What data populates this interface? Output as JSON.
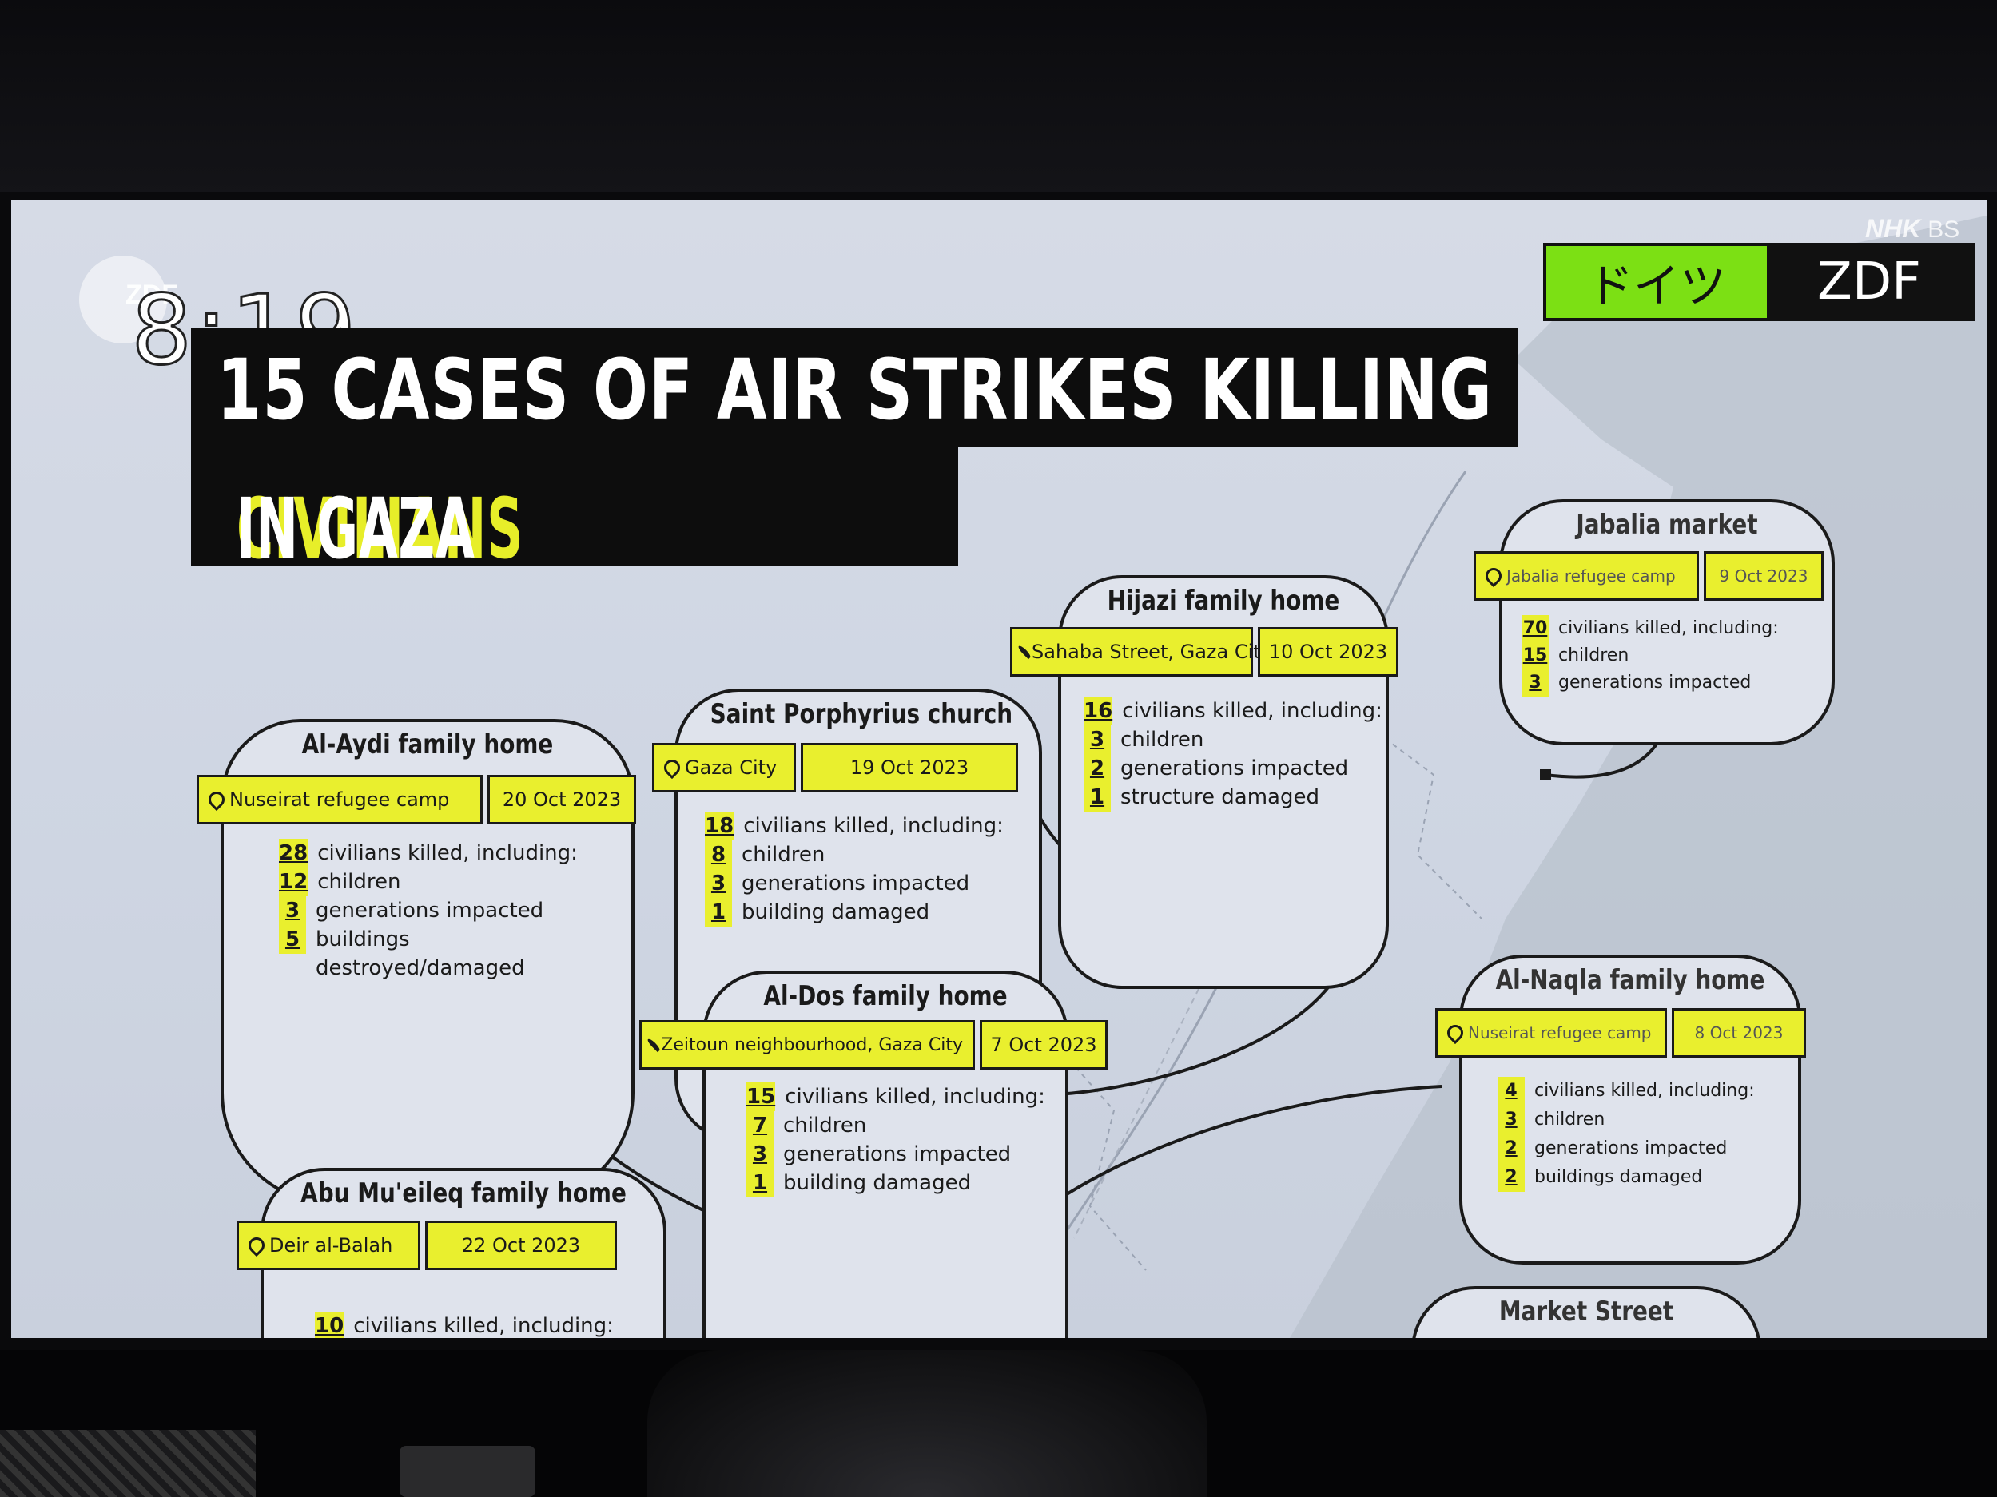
{
  "overlay": {
    "clock": "8:19",
    "corner_logo": "ZDF",
    "broadcaster_mark": "NHK",
    "broadcaster_suffix": "BS",
    "country_label": "ドイツ",
    "network_label": "ZDF"
  },
  "title": {
    "line1": "15 CASES OF AIR STRIKES KILLING",
    "line2_highlight": "CIVILIANS",
    "line2_rest": " IN GAZA"
  },
  "colors": {
    "highlight_yellow": "#e9ef2e",
    "zdf_tag_green": "#7ce014",
    "title_bg": "#0d0d0d"
  },
  "cases": [
    {
      "name": "Al-Aydi family home",
      "location": "Nuseirat refugee camp",
      "date": "20 Oct 2023",
      "stats": [
        [
          "28",
          "civilians killed, including:"
        ],
        [
          "12",
          "children"
        ],
        [
          "3",
          "generations impacted"
        ],
        [
          "5",
          "buildings"
        ],
        [
          "",
          "destroyed/damaged"
        ]
      ]
    },
    {
      "name": "Saint Porphyrius church",
      "location": "Gaza City",
      "date": "19 Oct 2023",
      "stats": [
        [
          "18",
          "civilians killed, including:"
        ],
        [
          "8",
          "children"
        ],
        [
          "3",
          "generations impacted"
        ],
        [
          "1",
          "building damaged"
        ]
      ]
    },
    {
      "name": "Hijazi family home",
      "location": "Sahaba Street, Gaza City",
      "date": "10 Oct 2023",
      "stats": [
        [
          "16",
          "civilians killed, including:"
        ],
        [
          "3",
          "children"
        ],
        [
          "2",
          "generations impacted"
        ],
        [
          "1",
          "structure damaged"
        ]
      ]
    },
    {
      "name": "Jabalia market",
      "location": "Jabalia refugee camp",
      "date": "9 Oct 2023",
      "stats": [
        [
          "70",
          "civilians killed, including:"
        ],
        [
          "15",
          "children"
        ],
        [
          "3",
          "generations impacted"
        ]
      ]
    },
    {
      "name": "Al-Dos family home",
      "location": "Zeitoun neighbourhood, Gaza City",
      "date": "7 Oct 2023",
      "stats": [
        [
          "15",
          "civilians killed, including:"
        ],
        [
          "7",
          "children"
        ],
        [
          "3",
          "generations impacted"
        ],
        [
          "1",
          "building damaged"
        ]
      ]
    },
    {
      "name": "Al-Naqla family home",
      "location": "Nuseirat refugee camp",
      "date": "8 Oct 2023",
      "stats": [
        [
          "4",
          "civilians killed, including:"
        ],
        [
          "3",
          "children"
        ],
        [
          "2",
          "generations impacted"
        ],
        [
          "2",
          "buildings damaged"
        ]
      ]
    },
    {
      "name": "Abu Mu'eileq family home",
      "location": "Deir al-Balah",
      "date": "22 Oct 2023",
      "stats": [
        [
          "10",
          "civilians killed, including:"
        ]
      ]
    },
    {
      "name": "Market Street",
      "location": "",
      "date": "",
      "stats": []
    }
  ]
}
